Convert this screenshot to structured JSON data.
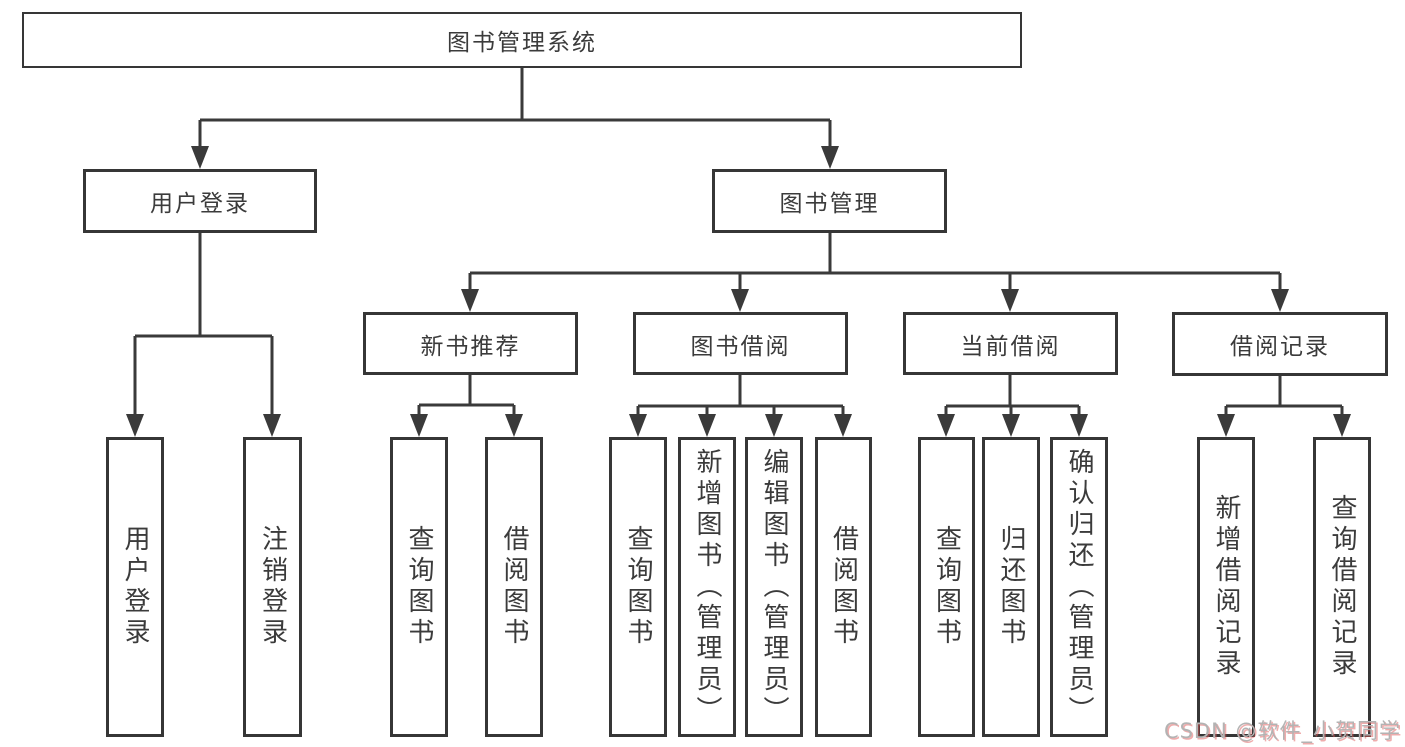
{
  "diagram": {
    "root": "图书管理系统",
    "level2": [
      "用户登录",
      "图书管理"
    ],
    "level3": [
      "新书推荐",
      "图书借阅",
      "当前借阅",
      "借阅记录"
    ],
    "leaves": {
      "user": [
        "用户登录",
        "注销登录"
      ],
      "recommend": [
        "查询图书",
        "借阅图书"
      ],
      "borrow": [
        "查询图书",
        "新增图书（管理员）",
        "编辑图书（管理员）",
        "借阅图书"
      ],
      "current": [
        "查询图书",
        "归还图书",
        "确认归还（管理员）"
      ],
      "records": [
        "新增借阅记录",
        "查询借阅记录"
      ]
    }
  },
  "watermark": "CSDN @软件_小贺同学",
  "colors": {
    "line": "#3a3a3a",
    "box_border": "#363636",
    "text": "#3b3b3b",
    "watermark_gray": "#b3b3b3",
    "watermark_red": "#e05a5a",
    "background": "#ffffff"
  }
}
